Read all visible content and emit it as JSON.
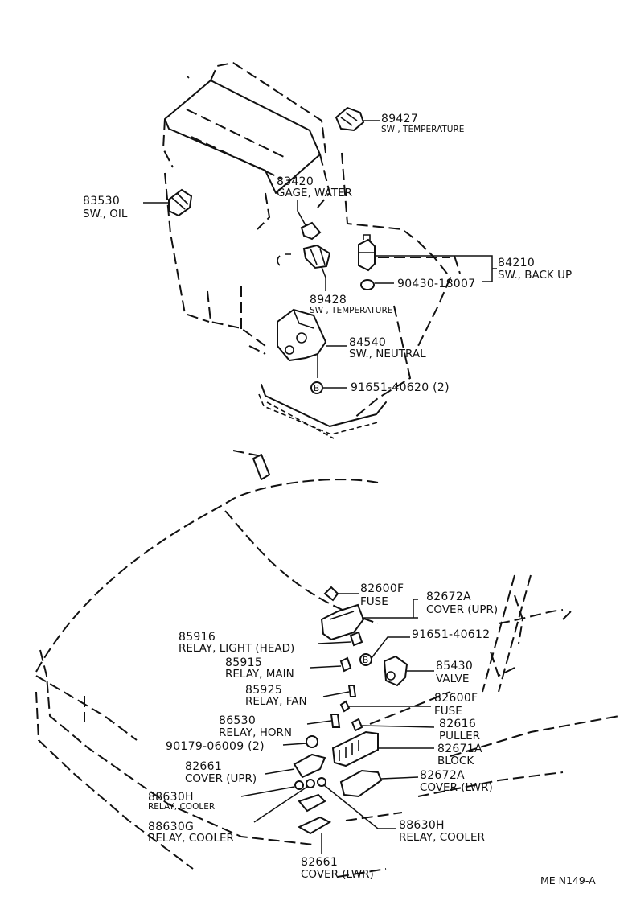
{
  "callouts": {
    "p89427": {
      "number": "89427",
      "name": "SW , TEMPERATURE"
    },
    "p83420": {
      "number": "83420",
      "name": "GAGE, WATER"
    },
    "p83530": {
      "number": "83530",
      "name": "SW., OIL"
    },
    "p84210": {
      "number": "84210",
      "name": "SW., BACK UP"
    },
    "p90430": {
      "number": "90430-18007"
    },
    "p89428": {
      "number": "89428",
      "name": "SW , TEMPERATURE"
    },
    "p84540": {
      "number": "84540",
      "name": "SW., NEUTRAL"
    },
    "p91651a": {
      "number": "91651-40620 (2)"
    },
    "p82600f_top": {
      "number": "82600F",
      "name": "FUSE"
    },
    "p82672a_upr": {
      "number": "82672A",
      "name": "COVER (UPR)"
    },
    "p85916": {
      "number": "85916",
      "name": "RELAY, LIGHT (HEAD)"
    },
    "p91651b": {
      "number": "91651-40612"
    },
    "p85915": {
      "number": "85915",
      "name": "RELAY, MAIN"
    },
    "p85430": {
      "number": "85430",
      "name": "VALVE"
    },
    "p85925": {
      "number": "85925",
      "name": "RELAY, FAN"
    },
    "p82600f_low": {
      "number": "82600F",
      "name": "FUSE"
    },
    "p86530": {
      "number": "86530",
      "name": "RELAY, HORN"
    },
    "p82616": {
      "number": "82616",
      "name": "PULLER"
    },
    "p90179": {
      "number": "90179-06009 (2)"
    },
    "p82671a": {
      "number": "82671A",
      "name": "BLOCK"
    },
    "p82661_upr": {
      "number": "82661",
      "name": "COVER (UPR)"
    },
    "p82672a_lwr": {
      "number": "82672A",
      "name": "COVER (LWR)"
    },
    "p88630h_left": {
      "number": "88630H",
      "name": "RELAY, COOLER"
    },
    "p88630g": {
      "number": "88630G",
      "name": "RELAY, COOLER"
    },
    "p88630h_right": {
      "number": "88630H",
      "name": "RELAY, COOLER"
    },
    "p82661_lwr": {
      "number": "82661",
      "name": "COVER (LWR)"
    }
  },
  "marker_b": "B",
  "marker_b2": "B",
  "diagram_ref": "ME  N149-A"
}
